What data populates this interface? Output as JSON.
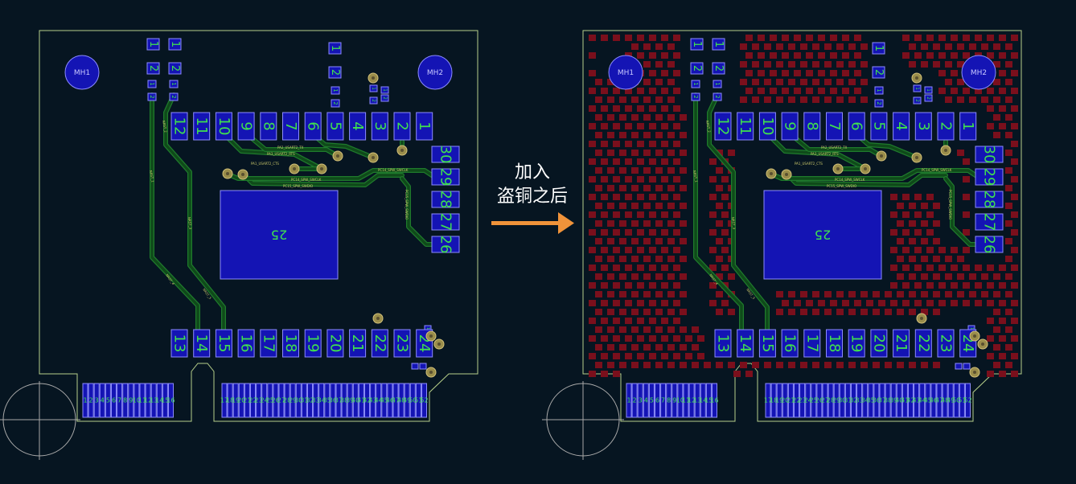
{
  "caption": {
    "line1": "加入",
    "line2": "盗铜之后"
  },
  "colors": {
    "background": "#061521",
    "outline": "#b7d08a",
    "pad_fill": "#1414b4",
    "pad_stroke": "#8c8cff",
    "pad_text": "#3fe04f",
    "trace": "#0f4a1a",
    "trace_edge": "#1f7a2c",
    "via_fill": "#9a8d4a",
    "via_ring": "#d4c27a",
    "copper_thief": "#7a0f1c",
    "arrow": "#f0933a",
    "crosshair": "#a8a8a8"
  },
  "mounting_holes": [
    "MH1",
    "MH2"
  ],
  "top_pads": [
    "12",
    "11",
    "10",
    "9",
    "8",
    "7",
    "6",
    "5",
    "4",
    "3",
    "2",
    "1"
  ],
  "right_pads": [
    "30",
    "29",
    "28",
    "27",
    "26"
  ],
  "bottom_pads": [
    "13",
    "14",
    "15",
    "16",
    "17",
    "18",
    "19",
    "20",
    "21",
    "22",
    "23",
    "24"
  ],
  "center_pad": "25",
  "edge_left_labels": [
    "1",
    "2",
    "3",
    "4",
    "5",
    "6",
    "7",
    "8",
    "9",
    "10",
    "11",
    "12",
    "13",
    "14",
    "15",
    "16"
  ],
  "edge_right_labels": [
    "17",
    "18",
    "19",
    "20",
    "21",
    "22",
    "23",
    "24",
    "25",
    "26",
    "27",
    "28",
    "29",
    "30",
    "31",
    "32",
    "33",
    "34",
    "35",
    "36",
    "37",
    "38",
    "39",
    "40",
    "41",
    "42",
    "43",
    "44",
    "45",
    "46",
    "47",
    "48",
    "49",
    "50",
    "51",
    "52"
  ],
  "small_pad_labels": [
    "1",
    "2"
  ],
  "trace_labels": [
    "PA2_USART2_TX",
    "PA3_USART2_RTS",
    "PA1_USART2_CTS",
    "PC14_SPW_SWCLK",
    "PC15_SPW_SWDIO",
    "PC14_SPW_SWCLK",
    "PC15_SPW_SWDIO",
    "NRST_1",
    "NRST_2",
    "NRST_3",
    "NRST_4",
    "NRST_5"
  ]
}
